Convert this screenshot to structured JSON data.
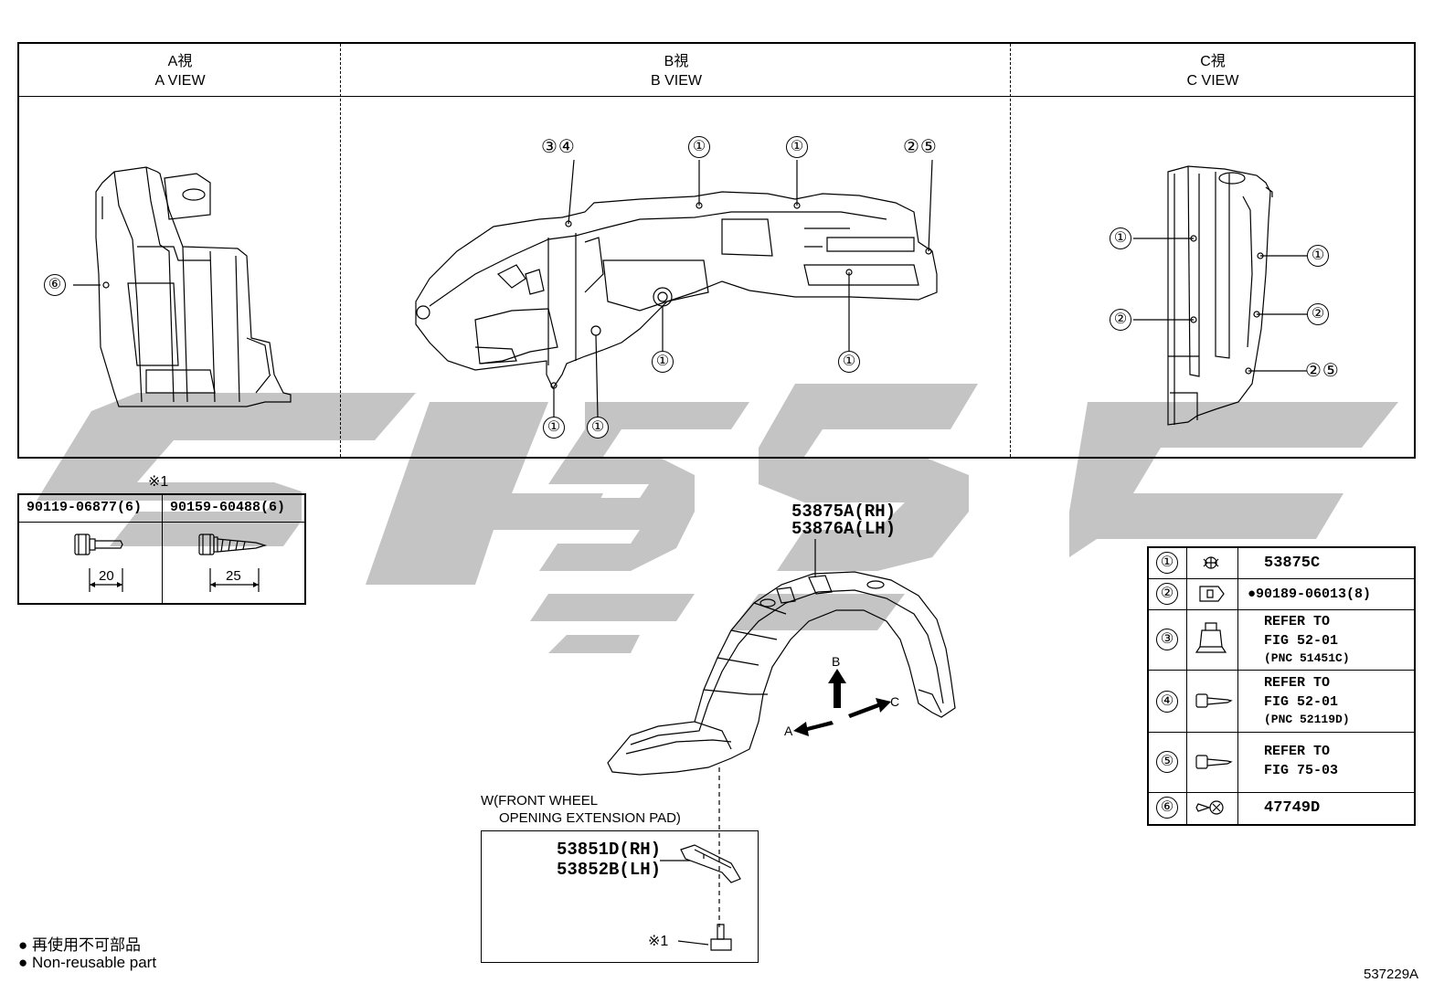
{
  "views": [
    {
      "title_jp": "A視",
      "title_en": "A VIEW"
    },
    {
      "title_jp": "B視",
      "title_en": "B VIEW"
    },
    {
      "title_jp": "C視",
      "title_en": "C VIEW"
    }
  ],
  "callouts": {
    "a": {
      "six": "⑥"
    },
    "b": {
      "three_four": "③④",
      "one_a": "①",
      "one_b": "①",
      "two_five": "②⑤",
      "one_c": "①",
      "one_d": "①",
      "one_e": "①",
      "one_f": "①"
    },
    "c": {
      "one_l": "①",
      "two_l": "②",
      "one_r": "①",
      "two_r": "②",
      "two_five_r": "②⑤"
    }
  },
  "fastener_table": {
    "note": "※1",
    "columns": [
      {
        "part": "90119-06877(6)",
        "length": "20"
      },
      {
        "part": "90159-60488(6)",
        "length": "25"
      }
    ]
  },
  "main_part": {
    "rh": "53875A(RH)",
    "lh": "53876A(LH)"
  },
  "arrows": {
    "a": "A",
    "b": "B",
    "c": "C"
  },
  "pad": {
    "title_line1": "W(FRONT WHEEL",
    "title_line2": "OPENING EXTENSION PAD)",
    "rh": "53851D(RH)",
    "lh": "53852B(LH)",
    "note": "※1"
  },
  "legend": [
    {
      "num": "①",
      "text": [
        "53875C"
      ],
      "icon": "clip-icon"
    },
    {
      "num": "②",
      "text": [
        "●90189-06013(8)"
      ],
      "icon": "rivet-icon"
    },
    {
      "num": "③",
      "text": [
        "REFER TO",
        "FIG 52-01",
        " (PNC 51451C)"
      ],
      "icon": "nut-clip-icon"
    },
    {
      "num": "④",
      "text": [
        "REFER TO",
        "FIG 52-01",
        " (PNC 52119D)"
      ],
      "icon": "screw-icon"
    },
    {
      "num": "⑤",
      "text": [
        "REFER TO",
        "FIG 75-03"
      ],
      "icon": "screw-icon"
    },
    {
      "num": "⑥",
      "text": [
        "47749D"
      ],
      "icon": "push-clip-icon"
    }
  ],
  "footer": {
    "nonreusable_jp": "● 再使用不可部品",
    "nonreusable_en": "● Non-reusable part",
    "figure_id": "537229A"
  }
}
